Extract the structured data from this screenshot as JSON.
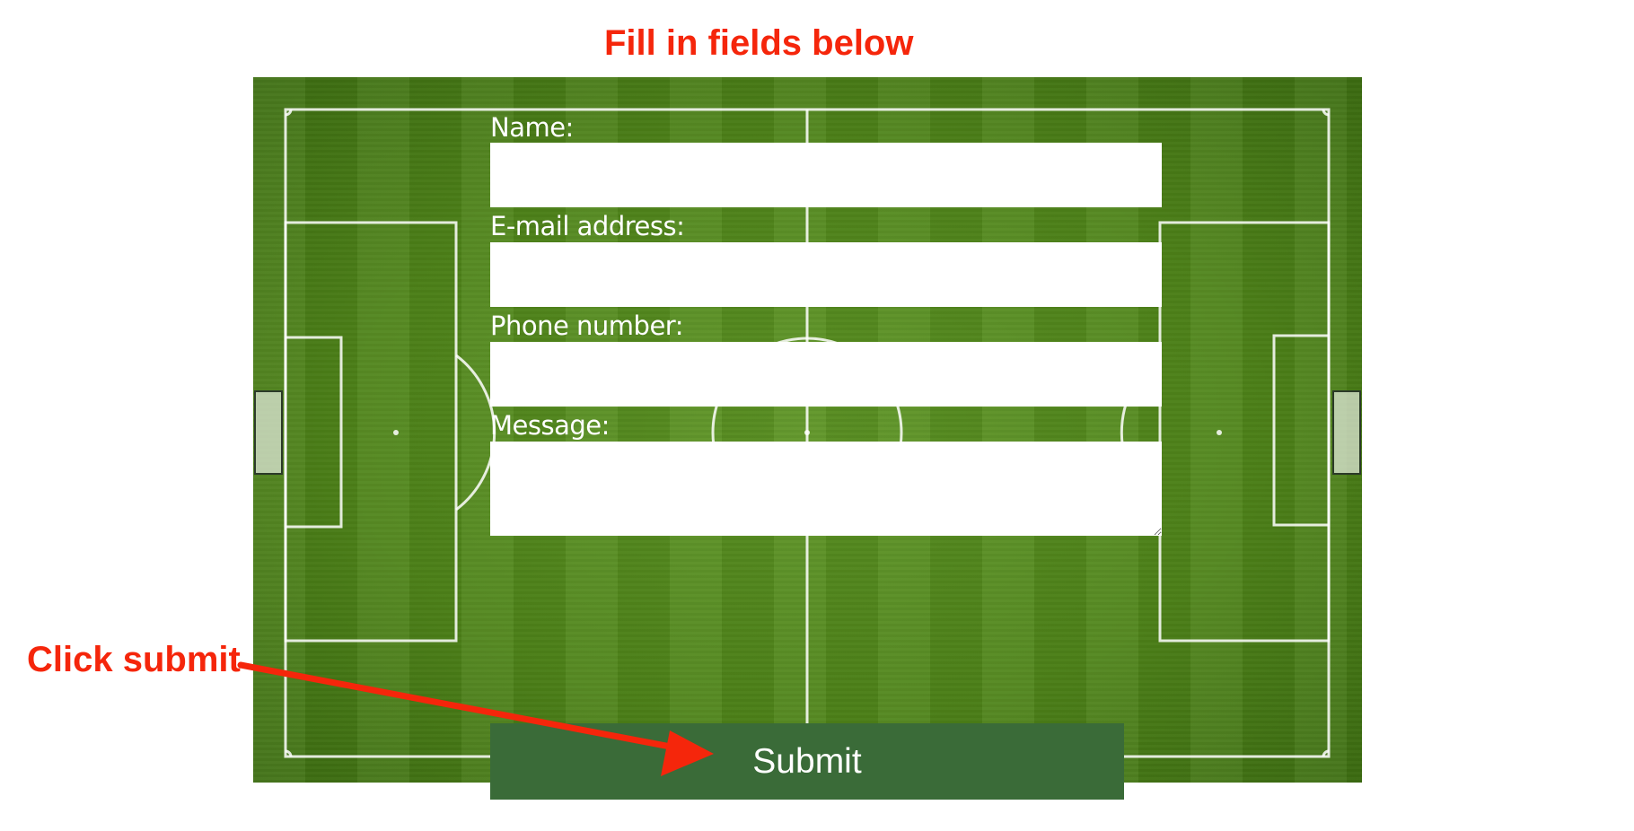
{
  "annotations": {
    "top": "Fill in fields below",
    "left": "Click submit"
  },
  "form": {
    "fields": [
      {
        "label": "Name:",
        "value": "",
        "type": "text"
      },
      {
        "label": "E-mail address:",
        "value": "",
        "type": "email"
      },
      {
        "label": "Phone number:",
        "value": "",
        "type": "tel"
      },
      {
        "label": "Message:",
        "value": "",
        "type": "textarea"
      }
    ],
    "submit_label": "Submit"
  },
  "colors": {
    "annotation": "#f5260b",
    "button": "#3a6b38",
    "pitch_grass": "#4f8519",
    "pitch_lines": "#ffffff",
    "input_background": "#ffffff"
  },
  "background_image": "soccer-pitch-aerial",
  "arrow_icon": "red-arrow-pointing-to-submit"
}
